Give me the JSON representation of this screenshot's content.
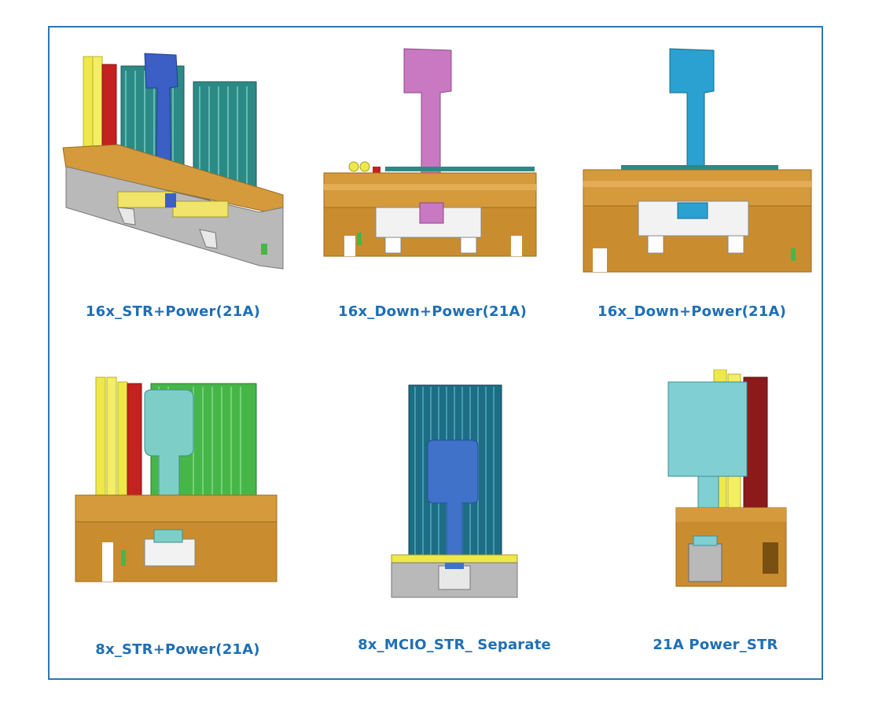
{
  "products": [
    {
      "caption": "16x_STR+Power(21A)",
      "flag_color": "#3b5fc4"
    },
    {
      "caption": "16x_Down+Power(21A)",
      "flag_color": "#c978c2"
    },
    {
      "caption": "16x_Down+Power(21A)",
      "flag_color": "#2aa1d0"
    },
    {
      "caption": "8x_STR+Power(21A)",
      "flag_color": "#7ccec7"
    },
    {
      "caption": "8x_MCIO_STR_ Separate",
      "flag_color": "#3f72c8"
    },
    {
      "caption": "21A Power_STR",
      "flag_color": "#7fcfd3"
    }
  ],
  "colors": {
    "frame": "#2a78b4",
    "caption": "#1f6fb4",
    "housing": "#d49a3c",
    "housing_dark": "#b57d25",
    "gray_body": "#b9b9b9",
    "yellow_pin": "#eee84a",
    "red_pin": "#c42121",
    "teal_cable": "#2b8a86",
    "green_cable": "#47b649",
    "dark_teal_cable": "#1d6e85"
  }
}
